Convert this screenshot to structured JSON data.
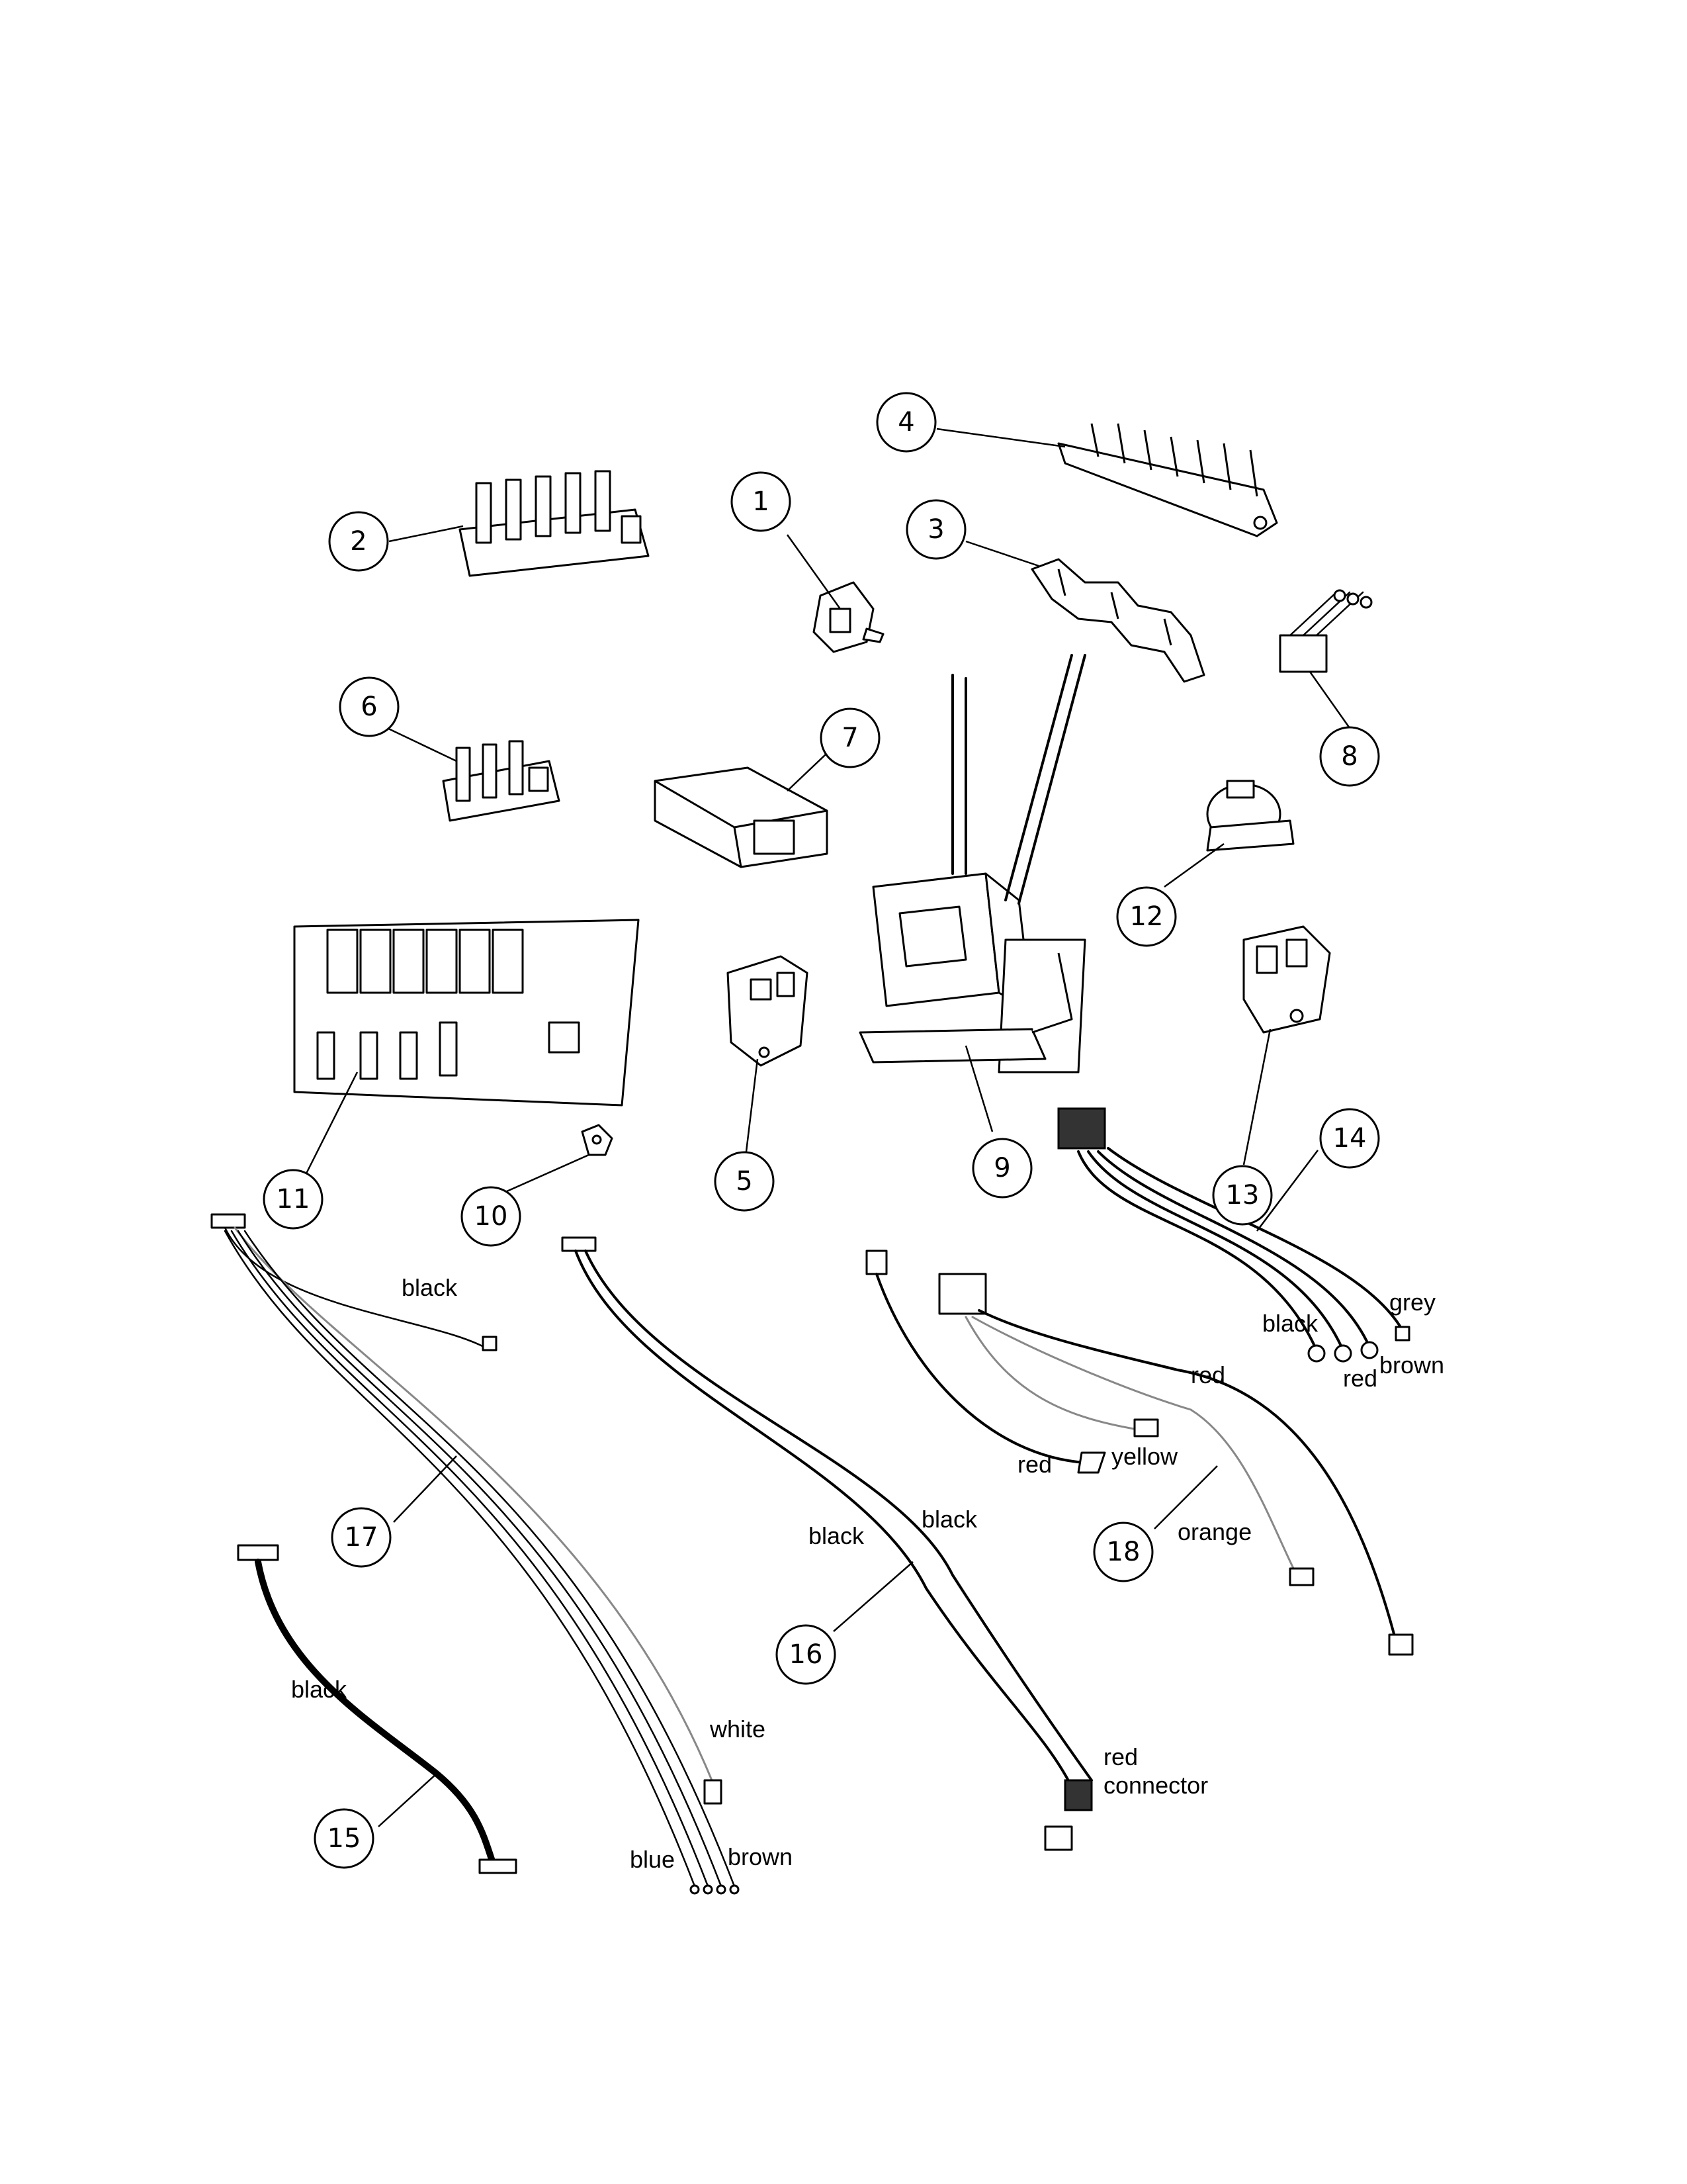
{
  "callouts": [
    "1",
    "2",
    "3",
    "4",
    "5",
    "6",
    "7",
    "8",
    "9",
    "10",
    "11",
    "12",
    "13",
    "14",
    "15",
    "16",
    "17",
    "18"
  ],
  "wire_labels": {
    "w14_black": "black",
    "w14_grey": "grey",
    "w14_red": "red",
    "w14_brown": "brown",
    "w15_black": "black",
    "w16_black_a": "black",
    "w16_black_b": "black",
    "w16_red": "red",
    "w16_connector": "connector",
    "w17_black": "black",
    "w17_white": "white",
    "w17_blue": "blue",
    "w17_brown": "brown",
    "w18_red_a": "red",
    "w18_red_b": "red",
    "w18_yellow": "yellow",
    "w18_orange": "orange"
  }
}
